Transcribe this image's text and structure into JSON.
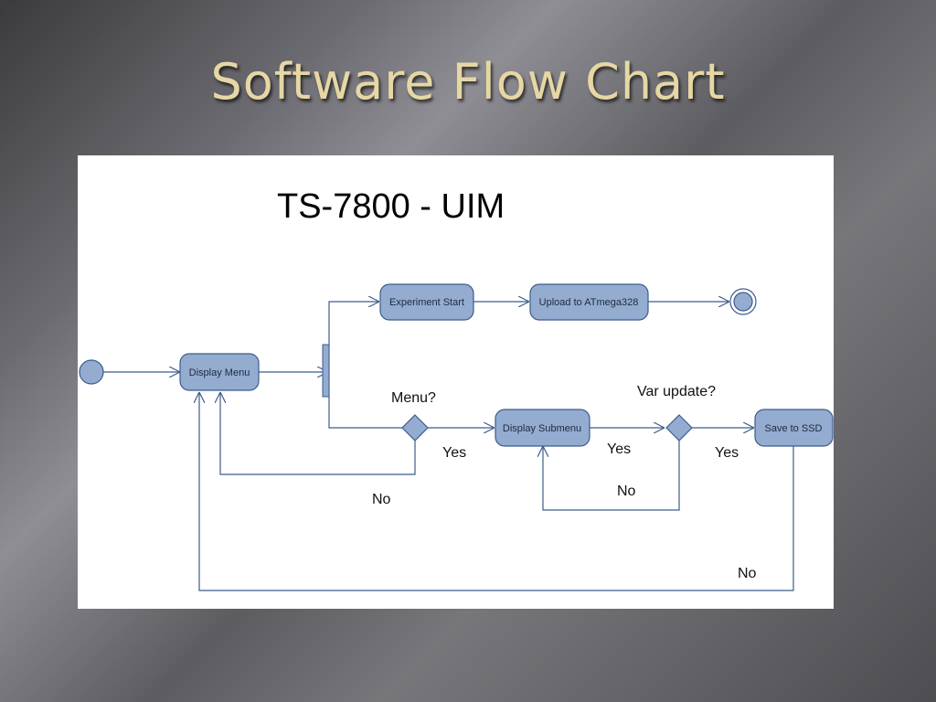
{
  "slide": {
    "title": "Software Flow Chart"
  },
  "diagram": {
    "title": "TS-7800 - UIM",
    "nodes": {
      "display_menu": "Display Menu",
      "experiment_start": "Experiment Start",
      "upload": "Upload to ATmega328",
      "display_submenu": "Display Submenu",
      "save_ssd": "Save to SSD"
    },
    "decisions": {
      "menu": "Menu?",
      "var_update": "Var update?"
    },
    "labels": {
      "menu_yes": "Yes",
      "menu_no": "No",
      "submenu_yes": "Yes",
      "var_no": "No",
      "var_yes": "Yes",
      "save_no": "No"
    }
  }
}
